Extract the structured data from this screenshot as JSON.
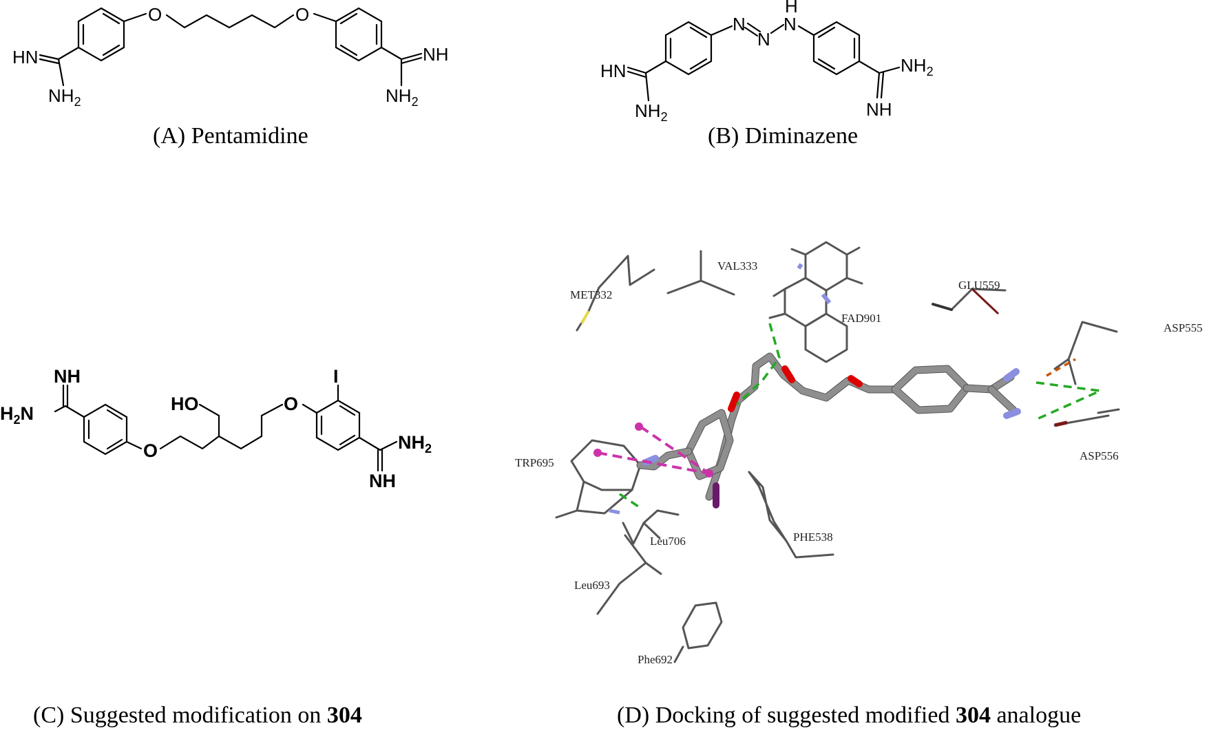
{
  "panels": {
    "a": {
      "label": "(A)",
      "name": "Pentamidine",
      "atoms": {
        "o_left": "O",
        "o_right": "O",
        "hn_left": "HN",
        "nh2_left": "NH",
        "nh_right": "NH",
        "nh2_right": "NH",
        "sub2": "2"
      }
    },
    "b": {
      "label": "(B)",
      "name": "Diminazene",
      "atoms": {
        "n1": "N",
        "n2": "N",
        "n3": "N",
        "h": "H",
        "hn_left": "HN",
        "nh2_left": "NH",
        "nh2_right": "NH",
        "nh_right": "NH",
        "sub2": "2"
      }
    },
    "c": {
      "label": "(C)",
      "name_prefix": "Suggested modification on ",
      "name_bold": "304",
      "atoms": {
        "nh_left": "NH",
        "h2n_left": "H",
        "h2n_sub": "2",
        "h2n_n": "N",
        "o_left": "O",
        "ho": "HO",
        "o_right": "O",
        "i": "I",
        "nh2_right": "NH",
        "sub2": "2",
        "nh_right": "NH"
      }
    },
    "d": {
      "label": "(D)",
      "name_prefix": "Docking of suggested modified ",
      "name_bold": "304",
      "name_suffix": " analogue",
      "residues": [
        "VAL333",
        "MET332",
        "FAD901",
        "GLU559",
        "ASP555",
        "TRP695",
        "ASP556",
        "Leu706",
        "PHE538",
        "Leu693",
        "Phe692"
      ]
    }
  },
  "colors": {
    "hbond": "#22aa22",
    "pi_interaction": "#cc33aa",
    "oxygen": "#dd0000",
    "nitrogen": "#8b8fe0",
    "sulfur": "#e8d84a",
    "iodine": "#6a1a6a",
    "carbon": "#8f8f8f"
  }
}
